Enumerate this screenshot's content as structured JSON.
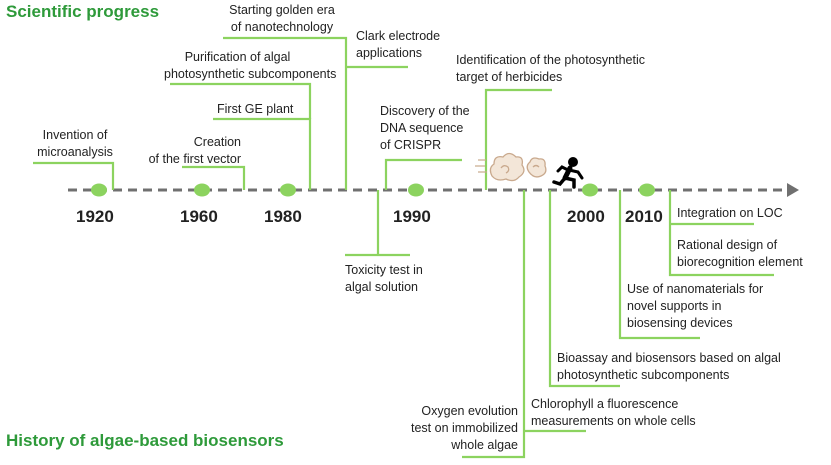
{
  "headings": {
    "top": "Scientific progress",
    "bottom": "History of algae-based biosensors"
  },
  "years": [
    "1920",
    "1960",
    "1980",
    "1990",
    "2000",
    "2010"
  ],
  "events_above": [
    {
      "key": "invention-of-microanalysis",
      "lines": [
        "Invention of",
        "microanalysis"
      ]
    },
    {
      "key": "creation-of-first-vector",
      "lines": [
        "Creation",
        "of the first vector"
      ]
    },
    {
      "key": "first-ge-plant",
      "lines": [
        "First GE plant"
      ]
    },
    {
      "key": "purification-algal-subcomponents",
      "lines": [
        "Purification of  algal",
        "photosynthetic subcomponents"
      ]
    },
    {
      "key": "golden-era-nanotechnology",
      "lines": [
        "Starting golden era",
        "of nanotechnology"
      ]
    },
    {
      "key": "clark-electrode",
      "lines": [
        "Clark electrode",
        "applications"
      ]
    },
    {
      "key": "crispr-discovery",
      "lines": [
        "Discovery of the",
        "DNA sequence",
        "of CRISPR"
      ]
    },
    {
      "key": "herbicides-target",
      "lines": [
        "Identification of the photosynthetic",
        "target of herbicides"
      ]
    }
  ],
  "events_below": [
    {
      "key": "toxicity-test",
      "lines": [
        "Toxicity test in",
        "algal solution"
      ]
    },
    {
      "key": "oxygen-evolution-test",
      "lines": [
        "Oxygen evolution",
        "test on immobilized",
        "whole algae"
      ]
    },
    {
      "key": "chlorophyll-fluorescence",
      "lines": [
        "Chlorophyll a fluorescence",
        "measurements on whole cells"
      ]
    },
    {
      "key": "bioassay-biosensors",
      "lines": [
        "Bioassay and biosensors based on algal",
        "photosynthetic subcomponents"
      ]
    },
    {
      "key": "nanomaterials-supports",
      "lines": [
        "Use of nanomaterials for",
        "novel supports in",
        "biosensing devices"
      ]
    },
    {
      "key": "rational-design",
      "lines": [
        "Rational design of",
        "biorecognition element"
      ]
    },
    {
      "key": "integration-loc",
      "lines": [
        "Integration on LOC"
      ]
    }
  ],
  "colors": {
    "heading": "#2e9a3a",
    "connector": "#8cd35f",
    "marker": "#8cd35f",
    "timeline": "#707070",
    "text": "#222222",
    "cloud": "#c9a98d"
  },
  "icons": [
    "running-person-icon",
    "dust-cloud-icon"
  ]
}
